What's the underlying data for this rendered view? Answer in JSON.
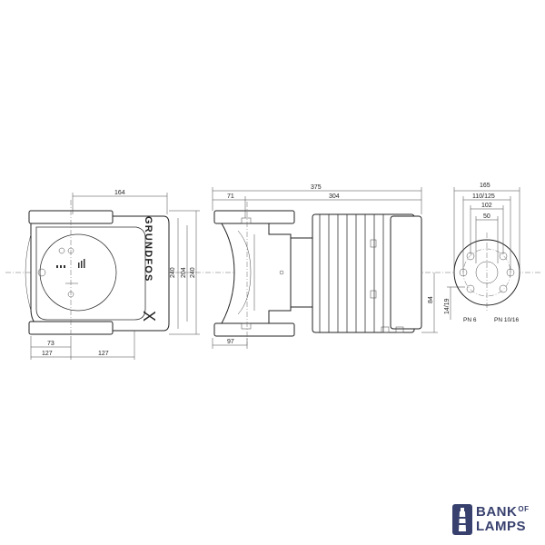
{
  "drawing": {
    "brand_text": "GRUNDFOS",
    "front": {
      "dim_164": "164",
      "dim_240_inner": "240",
      "dim_204": "204",
      "dim_240_outer": "240",
      "dim_73": "73",
      "dim_127_left": "127",
      "dim_127_right": "127"
    },
    "side": {
      "dim_375": "375",
      "dim_71": "71",
      "dim_304": "304",
      "dim_84": "84",
      "dim_97": "97"
    },
    "flange": {
      "dim_165": "165",
      "dim_110_125": "110/125",
      "dim_102": "102",
      "dim_50": "50",
      "dim_14_19": "14/19",
      "label_pn6": "PN 6",
      "label_pn10_16": "PN 10/16"
    }
  },
  "logo": {
    "line1": "BANK",
    "of": "OF",
    "line2": "LAMPS",
    "color": "#38416e"
  }
}
